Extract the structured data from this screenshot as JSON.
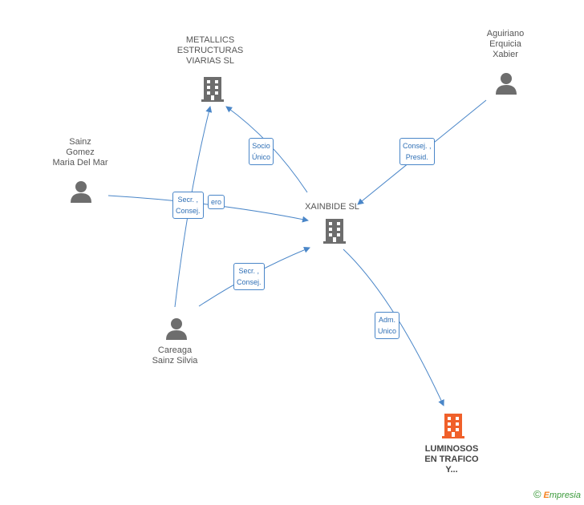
{
  "nodes": {
    "metallics": {
      "label": "METALLICS\nESTRUCTURAS\nVIARIAS SL",
      "type": "company"
    },
    "aguiriano": {
      "label": "Aguiriano\nErquicia\nXabier",
      "type": "person"
    },
    "sainz": {
      "label": "Sainz\nGomez\nMaria Del Mar",
      "type": "person"
    },
    "xainbide": {
      "label": "XAINBIDE SL",
      "type": "company"
    },
    "careaga": {
      "label": "Careaga\nSainz Silvia",
      "type": "person"
    },
    "luminosos": {
      "label": "LUMINOSOS\nEN TRAFICO\nY...",
      "type": "company-highlight"
    }
  },
  "edges": {
    "socio": "Socio\nÚnico",
    "consej_presid": "Consej. ,\nPresid.",
    "consejero_hidden": "ero",
    "secr_consej_top": "Secr. ,\nConsej.",
    "secr_consej_mid": "Secr. ,\nConsej.",
    "adm": "Adm.\nUnico"
  },
  "colors": {
    "edge": "#4a86c8",
    "icon": "#6d6d6d",
    "highlight": "#f0602a"
  },
  "brand": {
    "copyright": "©",
    "initial": "E",
    "rest": "mpresia"
  }
}
